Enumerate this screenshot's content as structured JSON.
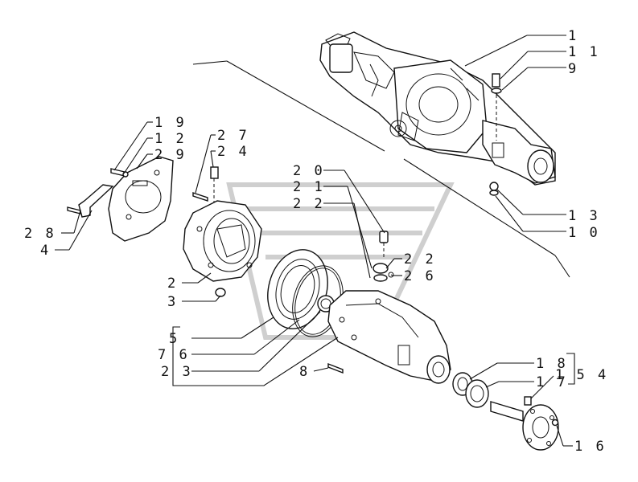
{
  "callouts": {
    "c1": "1",
    "c11": "1 1",
    "c9": "9",
    "c13": "1 3",
    "c10": "1 0",
    "c19": "1 9",
    "c12": "1 2",
    "c29": "2 9",
    "c27": "2 7",
    "c24": "2 4",
    "c28": "2 8",
    "c4": "4",
    "c20": "2 0",
    "c21": "2 1",
    "c22a": "2 2",
    "c22b": "2 2",
    "c26": "2 6",
    "c2": "2",
    "c3": "3",
    "c5": "5",
    "c76": "7 6",
    "c23": "2 3",
    "c8": "8",
    "c18": "1 8",
    "c17": "1 7",
    "c154": "1 5 4",
    "c16": "1 6"
  }
}
